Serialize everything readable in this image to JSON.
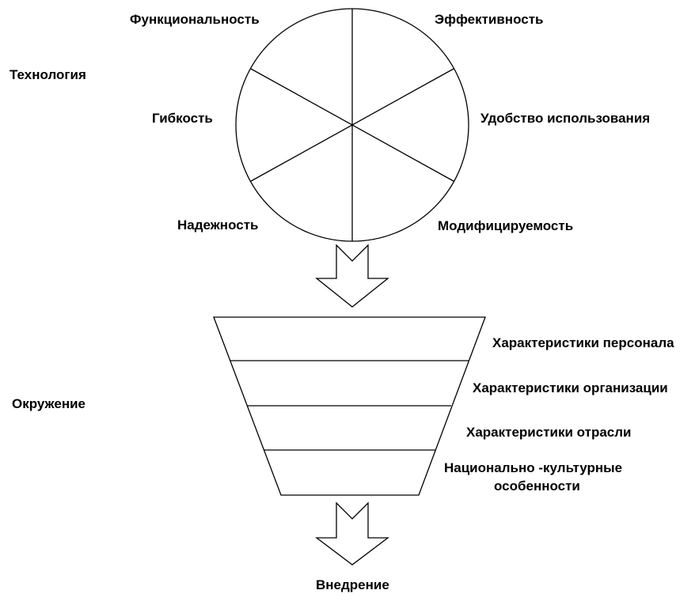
{
  "technology": {
    "section_label": "Технология",
    "qualities": {
      "functionality": "Функциональность",
      "efficiency": "Эффективность",
      "flexibility": "Гибкость",
      "usability": "Удобство использования",
      "reliability": "Надежность",
      "modifiability": "Модифицируемость"
    }
  },
  "environment": {
    "section_label": "Окружение",
    "layers": [
      "Характеристики персонала",
      "Характеристики организации",
      "Характеристики отрасли",
      [
        "Национально -культурные",
        "особенности"
      ]
    ]
  },
  "result_label": "Внедрение"
}
